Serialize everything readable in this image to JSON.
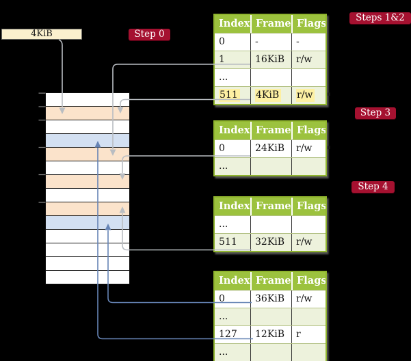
{
  "palette": {
    "background": "#000000",
    "step_badge": "#a51130",
    "table_header_green": "#9cc23e",
    "table_border_green": "#8fb42e",
    "table_row_shade": "#edf2dc",
    "highlight_yellow": "#fdf0a3",
    "frame_orange": "#fbe3cb",
    "frame_blue": "#d3e0f2",
    "size_box_cream": "#fbf0ce",
    "connector_gray": "#b9bdc2",
    "connector_blue": "#6684b5"
  },
  "size_label": {
    "text": "4KiB"
  },
  "steps": {
    "step0": "Step 0",
    "steps12": "Steps 1&2",
    "step3": "Step 3",
    "step4": "Step 4"
  },
  "memory": {
    "rows": [
      "white",
      "orange",
      "white",
      "blue",
      "orange",
      "white",
      "orange",
      "white",
      "orange",
      "blue",
      "white",
      "white",
      "white",
      "white"
    ]
  },
  "tables": [
    {
      "id": "table-steps-1-2",
      "headers": [
        "Index",
        "Frame",
        "Flags"
      ],
      "rows": [
        {
          "cells": [
            "0",
            "-",
            "-"
          ],
          "shaded": false,
          "highlight": false
        },
        {
          "cells": [
            "1",
            "16KiB",
            "r/w"
          ],
          "shaded": true,
          "highlight": false
        },
        {
          "cells": [
            "...",
            "",
            ""
          ],
          "shaded": false,
          "highlight": false
        },
        {
          "cells": [
            "511",
            "4KiB",
            "r/w"
          ],
          "shaded": true,
          "highlight": true
        }
      ]
    },
    {
      "id": "table-step-3",
      "headers": [
        "Index",
        "Frame",
        "Flags"
      ],
      "rows": [
        {
          "cells": [
            "0",
            "24KiB",
            "r/w"
          ],
          "shaded": false,
          "highlight": false
        },
        {
          "cells": [
            "...",
            "",
            ""
          ],
          "shaded": true,
          "highlight": false
        }
      ]
    },
    {
      "id": "table-step-4-upper",
      "headers": [
        "Index",
        "Frame",
        "Flags"
      ],
      "rows": [
        {
          "cells": [
            "...",
            "",
            ""
          ],
          "shaded": false,
          "highlight": false
        },
        {
          "cells": [
            "511",
            "32KiB",
            "r/w"
          ],
          "shaded": true,
          "highlight": false
        }
      ]
    },
    {
      "id": "table-step-4-lower",
      "headers": [
        "Index",
        "Frame",
        "Flags"
      ],
      "rows": [
        {
          "cells": [
            "0",
            "36KiB",
            "r/w"
          ],
          "shaded": false,
          "highlight": false
        },
        {
          "cells": [
            "...",
            "",
            ""
          ],
          "shaded": true,
          "highlight": false
        },
        {
          "cells": [
            "127",
            "12KiB",
            "r"
          ],
          "shaded": false,
          "highlight": false
        },
        {
          "cells": [
            "...",
            "",
            ""
          ],
          "shaded": true,
          "highlight": false
        }
      ]
    }
  ]
}
